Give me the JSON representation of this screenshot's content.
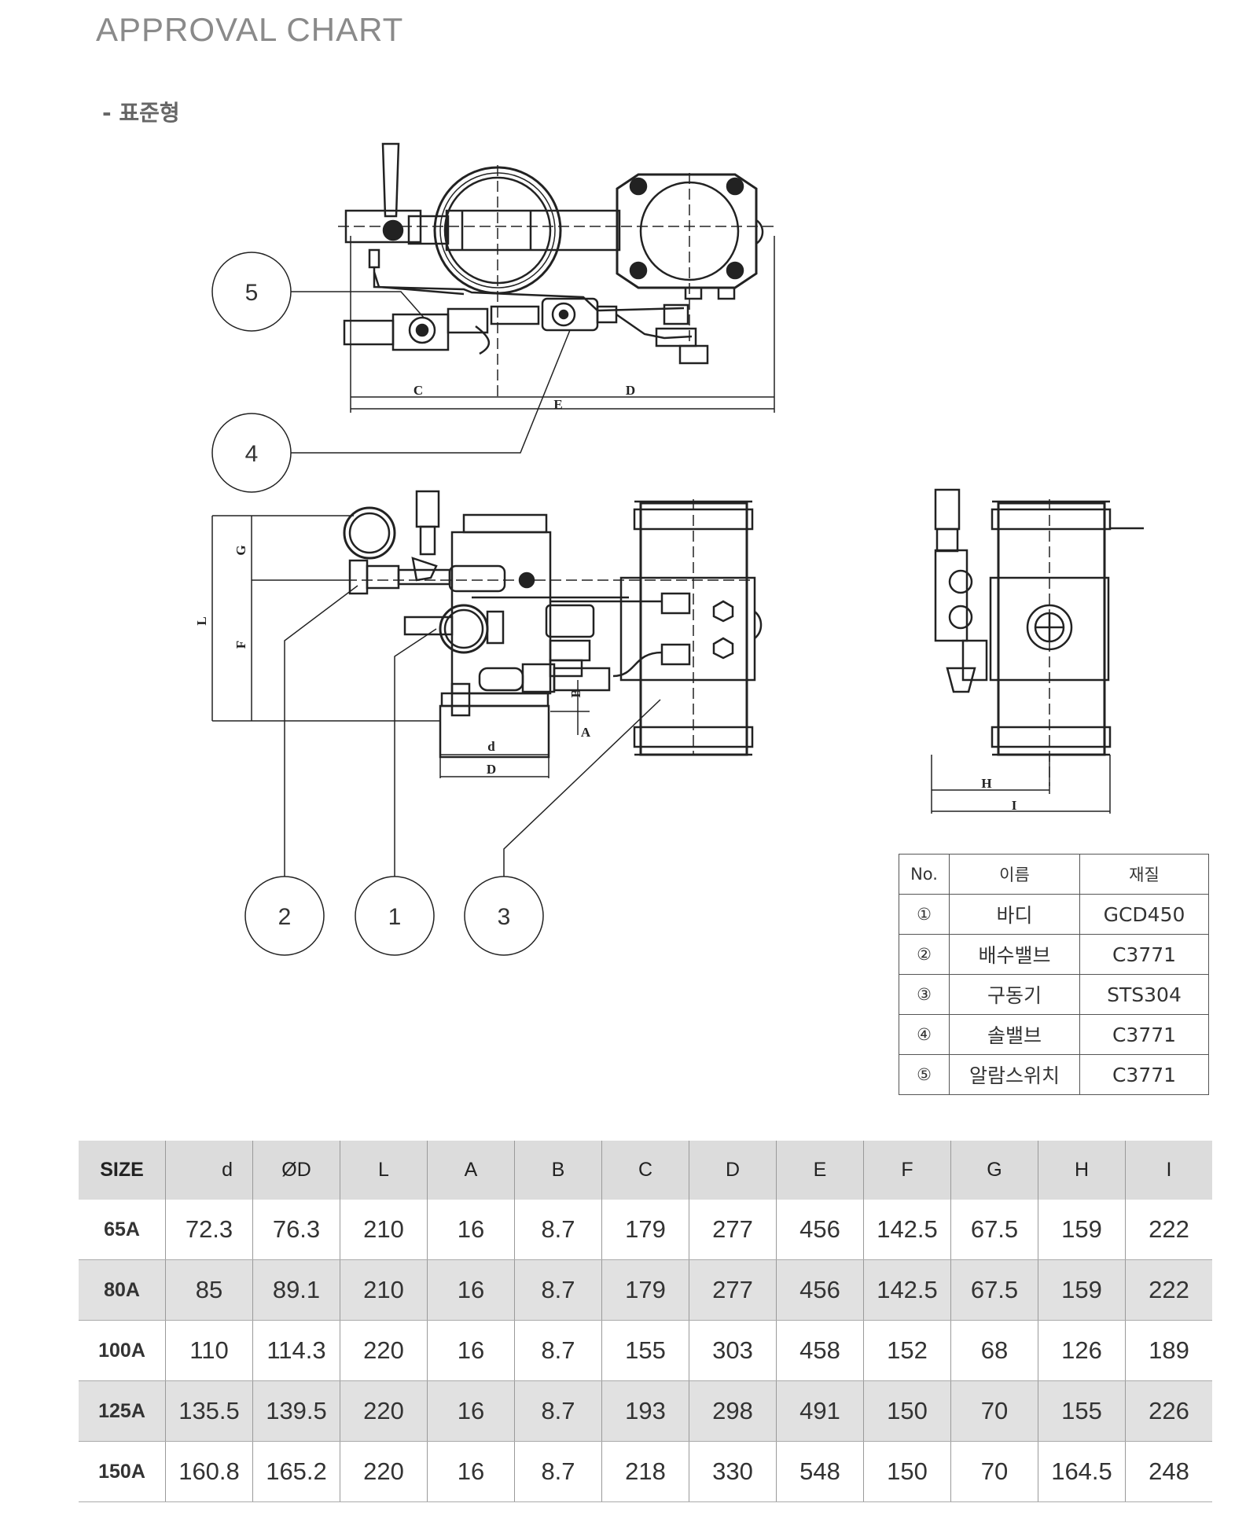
{
  "page_title": "APPROVAL CHART",
  "subtitle": "- 표준형",
  "drawing": {
    "callouts": [
      "5",
      "4",
      "2",
      "1",
      "3"
    ],
    "dimension_labels": {
      "top_view": [
        "C",
        "D",
        "E"
      ],
      "front_view": [
        "L",
        "G",
        "F",
        "B",
        "A",
        "d",
        "D"
      ],
      "side_view": [
        "H",
        "I"
      ]
    }
  },
  "parts_table": {
    "headers": [
      "No.",
      "이름",
      "재질"
    ],
    "rows": [
      {
        "no": "①",
        "name": "바디",
        "material": "GCD450"
      },
      {
        "no": "②",
        "name": "배수밸브",
        "material": "C3771"
      },
      {
        "no": "③",
        "name": "구동기",
        "material": "STS304"
      },
      {
        "no": "④",
        "name": "솔밸브",
        "material": "C3771"
      },
      {
        "no": "⑤",
        "name": "알람스위치",
        "material": "C3771"
      }
    ]
  },
  "dimension_table": {
    "headers": [
      "SIZE",
      "d",
      "ØD",
      "L",
      "A",
      "B",
      "C",
      "D",
      "E",
      "F",
      "G",
      "H",
      "I"
    ],
    "rows": [
      [
        "65A",
        "72.3",
        "76.3",
        "210",
        "16",
        "8.7",
        "179",
        "277",
        "456",
        "142.5",
        "67.5",
        "159",
        "222"
      ],
      [
        "80A",
        "85",
        "89.1",
        "210",
        "16",
        "8.7",
        "179",
        "277",
        "456",
        "142.5",
        "67.5",
        "159",
        "222"
      ],
      [
        "100A",
        "110",
        "114.3",
        "220",
        "16",
        "8.7",
        "155",
        "303",
        "458",
        "152",
        "68",
        "126",
        "189"
      ],
      [
        "125A",
        "135.5",
        "139.5",
        "220",
        "16",
        "8.7",
        "193",
        "298",
        "491",
        "150",
        "70",
        "155",
        "226"
      ],
      [
        "150A",
        "160.8",
        "165.2",
        "220",
        "16",
        "8.7",
        "218",
        "330",
        "548",
        "150",
        "70",
        "164.5",
        "248"
      ]
    ]
  }
}
